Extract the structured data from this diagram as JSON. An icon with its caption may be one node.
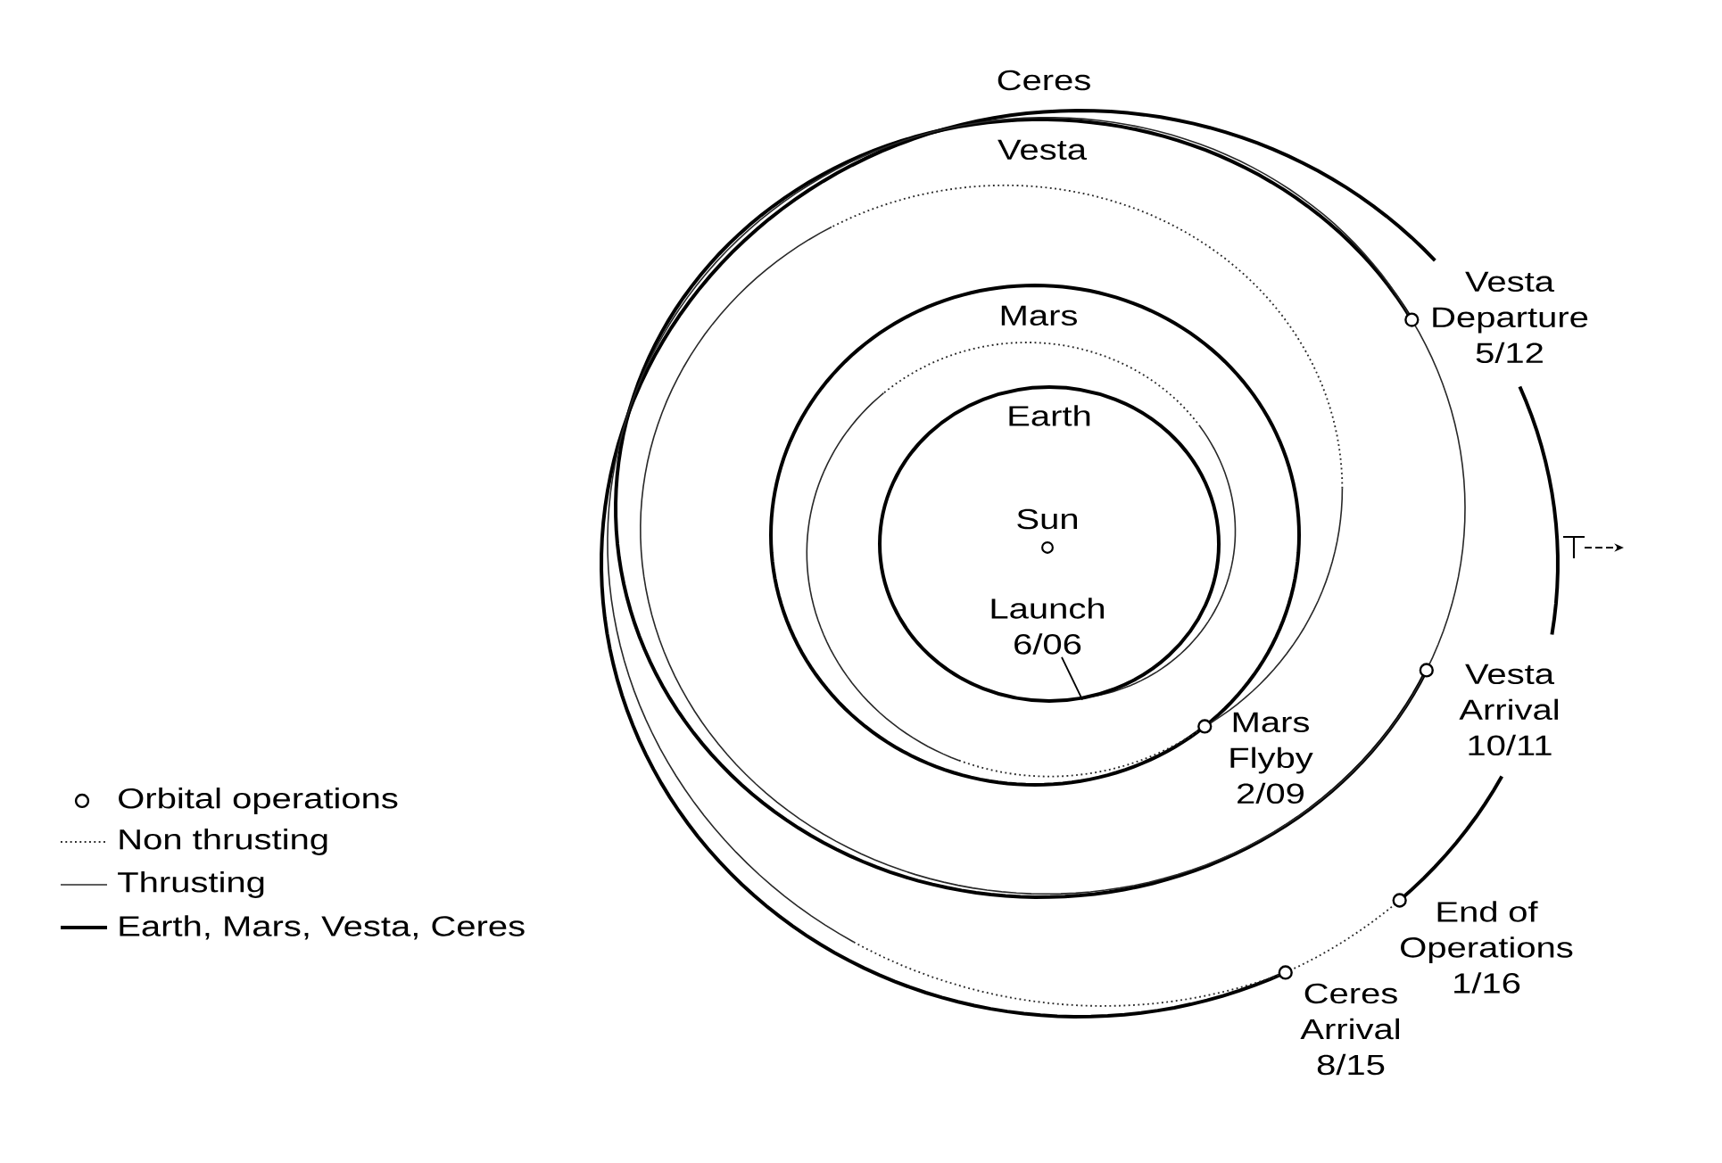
{
  "diagram": {
    "nodes": [
      {
        "text": [],
        "shape": "circle"
      },
      {
        "text": [
          "Launch 6/06"
        ],
        "in": 0
      }
    ],
    "edges": [
      {
        "from": 1,
        "to": 0,
        "arrow": "none"
      }
    ],
    "labels": [
      "Ceres",
      "Vesta",
      "Vesta Departure 5/12",
      "Mars",
      "Earth",
      "Sun",
      "Vesta Arrival 10/11",
      "Mars Flyby 2/09",
      "End of Operations 1/16",
      "Ceres Arrival 8/15"
    ],
    "legend": [
      {
        "text": "Orbital operations"
      },
      {
        "text": "Non thrusting"
      },
      {
        "text": "Thrusting"
      },
      {
        "text": "Earth, Mars, Vesta, Ceres"
      }
    ]
  }
}
